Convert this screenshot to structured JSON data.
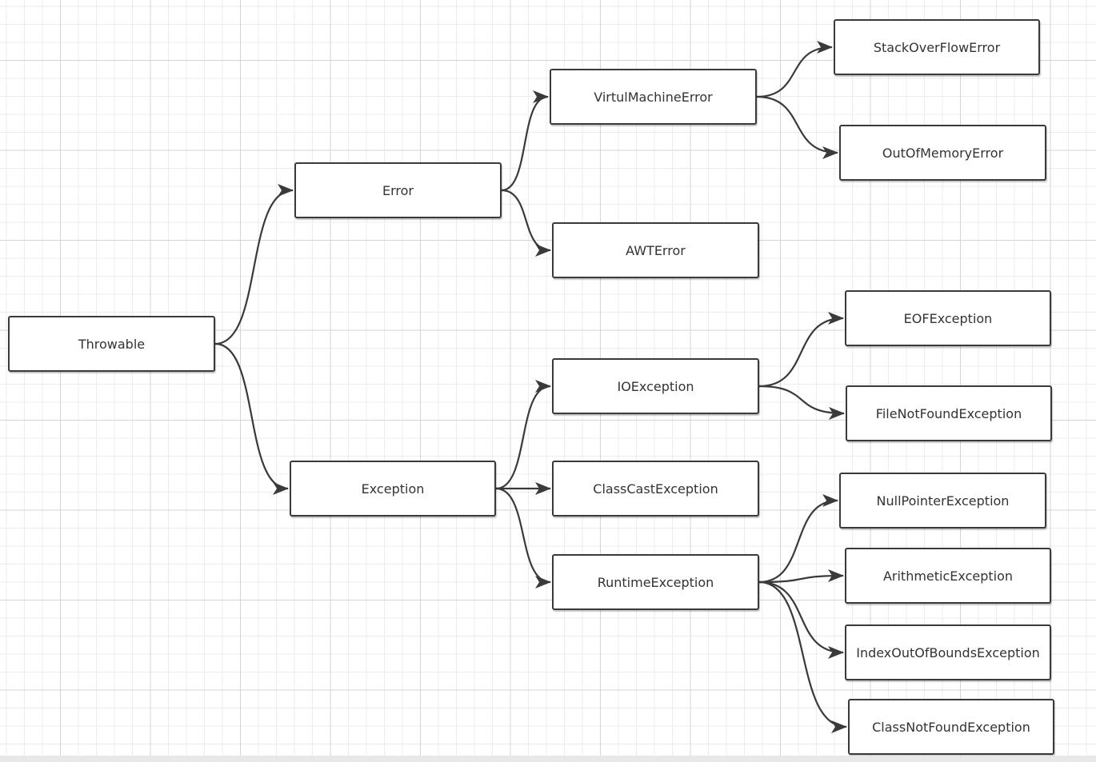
{
  "diagram": {
    "nodes": [
      {
        "id": "throwable",
        "label": "Throwable"
      },
      {
        "id": "error",
        "label": "Error"
      },
      {
        "id": "exception",
        "label": "Exception"
      },
      {
        "id": "virtual-machine-error",
        "label": "VirtulMachineError"
      },
      {
        "id": "awt-error",
        "label": "AWTError"
      },
      {
        "id": "stack-over-flow-error",
        "label": "StackOverFlowError"
      },
      {
        "id": "out-of-memory-error",
        "label": "OutOfMemoryError"
      },
      {
        "id": "io-exception",
        "label": "IOException"
      },
      {
        "id": "class-cast-exception",
        "label": "ClassCastException"
      },
      {
        "id": "runtime-exception",
        "label": "RuntimeException"
      },
      {
        "id": "eof-exception",
        "label": "EOFException"
      },
      {
        "id": "file-not-found-exception",
        "label": "FileNotFoundException"
      },
      {
        "id": "null-pointer-exception",
        "label": "NullPointerException"
      },
      {
        "id": "arithmetic-exception",
        "label": "ArithmeticException"
      },
      {
        "id": "index-out-of-bounds-exception",
        "label": "IndexOutOfBoundsException"
      },
      {
        "id": "class-not-found-exception",
        "label": "ClassNotFoundException"
      }
    ],
    "edges": [
      {
        "from": "throwable",
        "to": "error"
      },
      {
        "from": "throwable",
        "to": "exception"
      },
      {
        "from": "error",
        "to": "virtual-machine-error"
      },
      {
        "from": "error",
        "to": "awt-error"
      },
      {
        "from": "virtual-machine-error",
        "to": "stack-over-flow-error"
      },
      {
        "from": "virtual-machine-error",
        "to": "out-of-memory-error"
      },
      {
        "from": "exception",
        "to": "io-exception"
      },
      {
        "from": "exception",
        "to": "class-cast-exception"
      },
      {
        "from": "exception",
        "to": "runtime-exception"
      },
      {
        "from": "io-exception",
        "to": "eof-exception"
      },
      {
        "from": "io-exception",
        "to": "file-not-found-exception"
      },
      {
        "from": "runtime-exception",
        "to": "null-pointer-exception"
      },
      {
        "from": "runtime-exception",
        "to": "arithmetic-exception"
      },
      {
        "from": "runtime-exception",
        "to": "index-out-of-bounds-exception"
      },
      {
        "from": "runtime-exception",
        "to": "class-not-found-exception"
      }
    ]
  }
}
